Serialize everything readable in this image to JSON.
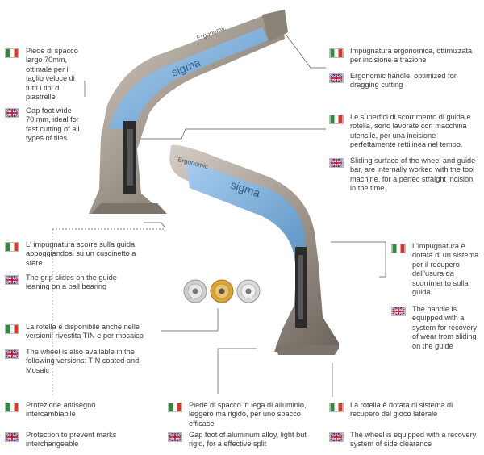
{
  "notes": {
    "left1_it": "Piede di spacco largo 70mm, ottimale per il taglio veloce di tutti i tipi di piastrelle",
    "left1_en": "Gap foot wide 70 mm, ideal for fast cutting of all types of tiles",
    "right1_it": "Impugnatura ergonomica, ottimizzata per incisione a trazione",
    "right1_en": "Ergonomic handle, optimized for dragging cutting",
    "right2_it": "Le superfici di scorrimento di guida e rotella, sono lavorate con macchina utensile, per una incisione perfettamente rettilinea nel tempo.",
    "right2_en": "Sliding surface of the wheel and guide bar, are internally worked with the tool machine, for a perfec straight incision in the time.",
    "left2_it": "L' impugnatura scorre sulla guida appoggiandosi su un cuscinetto a sfere",
    "left2_en": "The grip slides on the guide leaning on a ball bearing",
    "right3_it": "L'impugnatura è dotata di un sistema per il recupero dell'usura da scorrimento sulla guida",
    "right3_en": "The handle is equipped with a system for recovery of wear from sliding on the guide",
    "left3_it": "La rotella è disponibile anche nelle versioni: rivestita TIN e per mosaico",
    "left3_en": "The wheel is also available in the following versions: TIN coated and Mosaic",
    "bottom1_it": "Protezione antisegno intercambiabile",
    "bottom1_en": "Protection to prevent marks interchangeable",
    "bottom2_it": "Piede di spacco in lega di alluminio, leggero ma rigido, per uno spacco efficace",
    "bottom2_en": "Gap foot of aluminum alloy, light but rigid, for a effective split",
    "bottom3_it": "La rotella è dotata di sistema di recupero del gioco laterale",
    "bottom3_en": "The wheel is equipped with a recovery system of side clearance"
  },
  "product": {
    "brand_text": "sigma",
    "model_text": "Ergonomic"
  },
  "colors": {
    "blue": "#7fb2dc",
    "metal": "#a59c93",
    "dark": "#2b2b2b",
    "gold": "#d9a43a"
  }
}
